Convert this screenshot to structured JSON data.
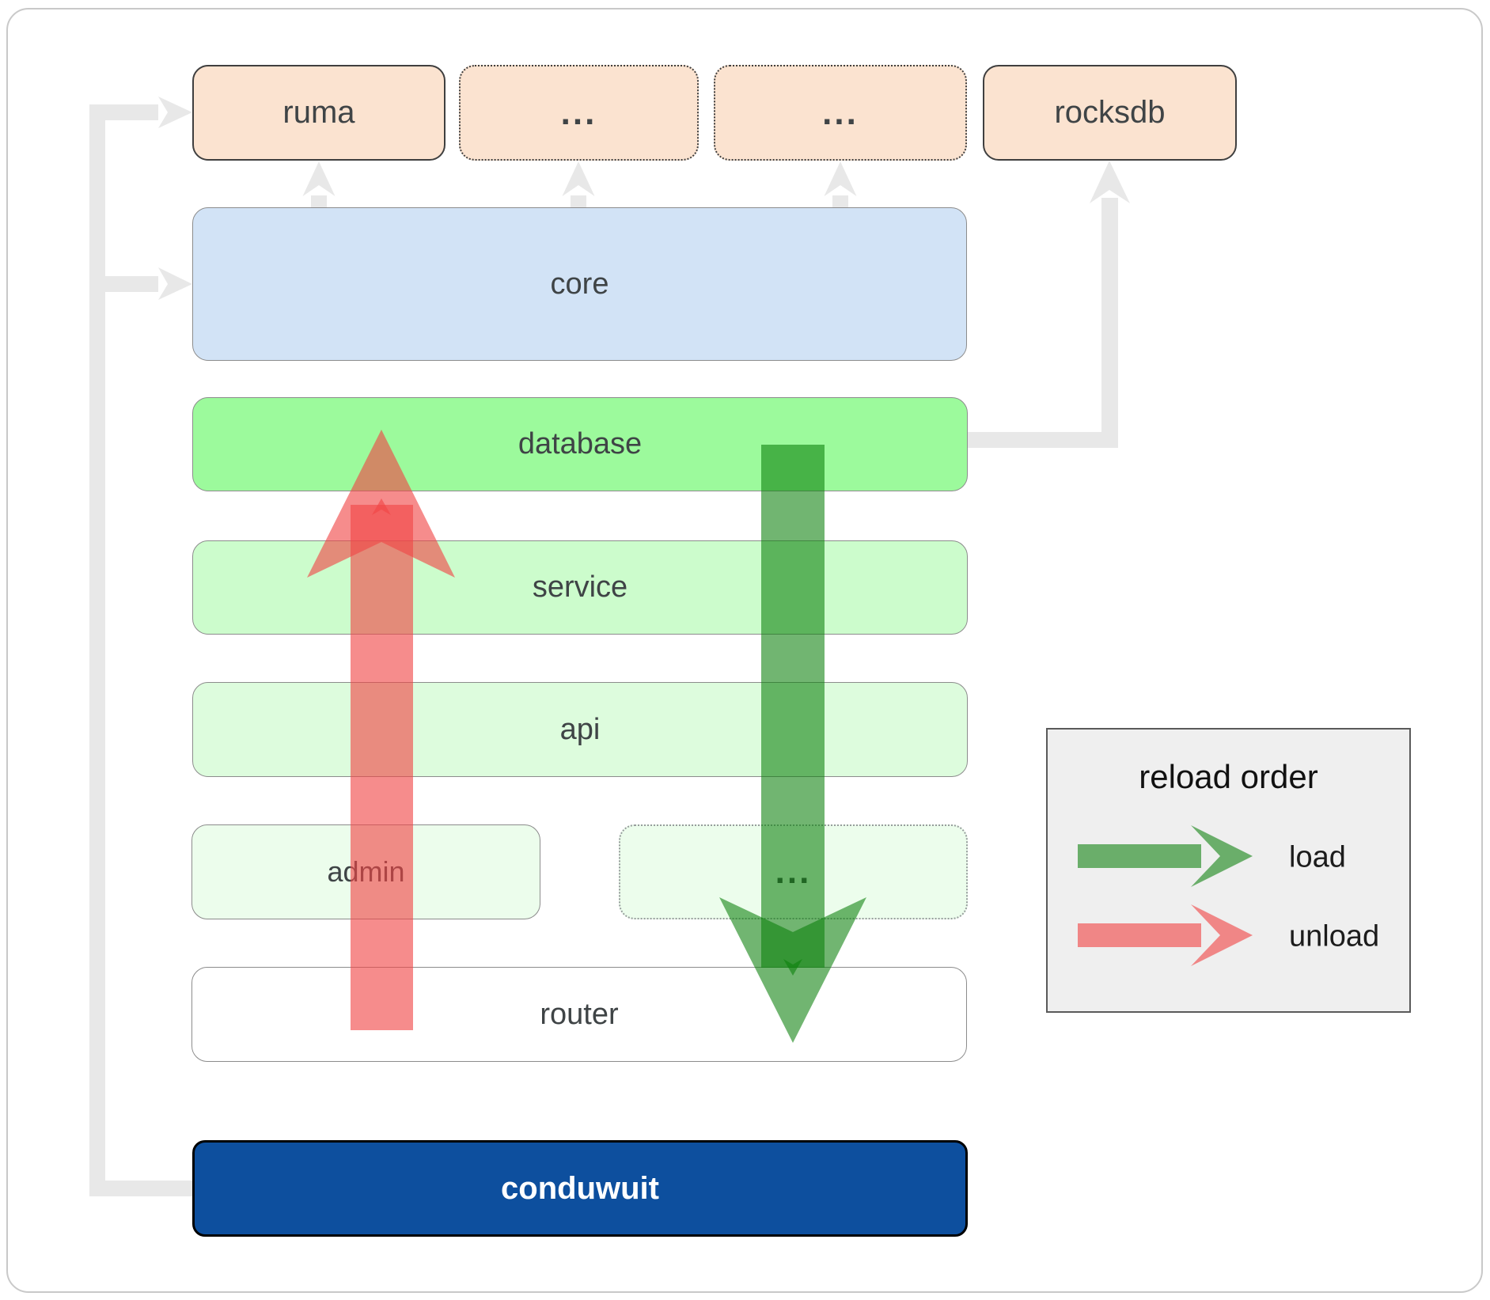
{
  "nodes": {
    "ruma": {
      "label": "ruma"
    },
    "ellipsis_top_1": {
      "label": "..."
    },
    "ellipsis_top_2": {
      "label": "..."
    },
    "rocksdb": {
      "label": "rocksdb"
    },
    "core": {
      "label": "core"
    },
    "database": {
      "label": "database"
    },
    "service": {
      "label": "service"
    },
    "api": {
      "label": "api"
    },
    "admin": {
      "label": "admin"
    },
    "ellipsis_admin": {
      "label": "..."
    },
    "router": {
      "label": "router"
    },
    "conduwuit": {
      "label": "conduwuit"
    }
  },
  "legend": {
    "title": "reload order",
    "load_label": "load",
    "unload_label": "unload"
  },
  "colors": {
    "load_arrow": "rgba(10,128,10,0.58)",
    "unload_arrow": "rgba(240,70,70,0.62)",
    "connector_gray": "#e8e8e8",
    "peach_fill": "#fbe3d0",
    "core_fill": "#d2e3f6",
    "database_fill": "#9cfa9c",
    "service_fill": "#ccfccc",
    "api_fill": "#ddfcdd",
    "faint_green_fill": "#ecfdec",
    "router_fill": "#ffffff",
    "conduwuit_fill": "#0d4f9e",
    "legend_fill": "#efefef",
    "frame_border": "#c9c9c9",
    "label_text": "#3f4446"
  }
}
